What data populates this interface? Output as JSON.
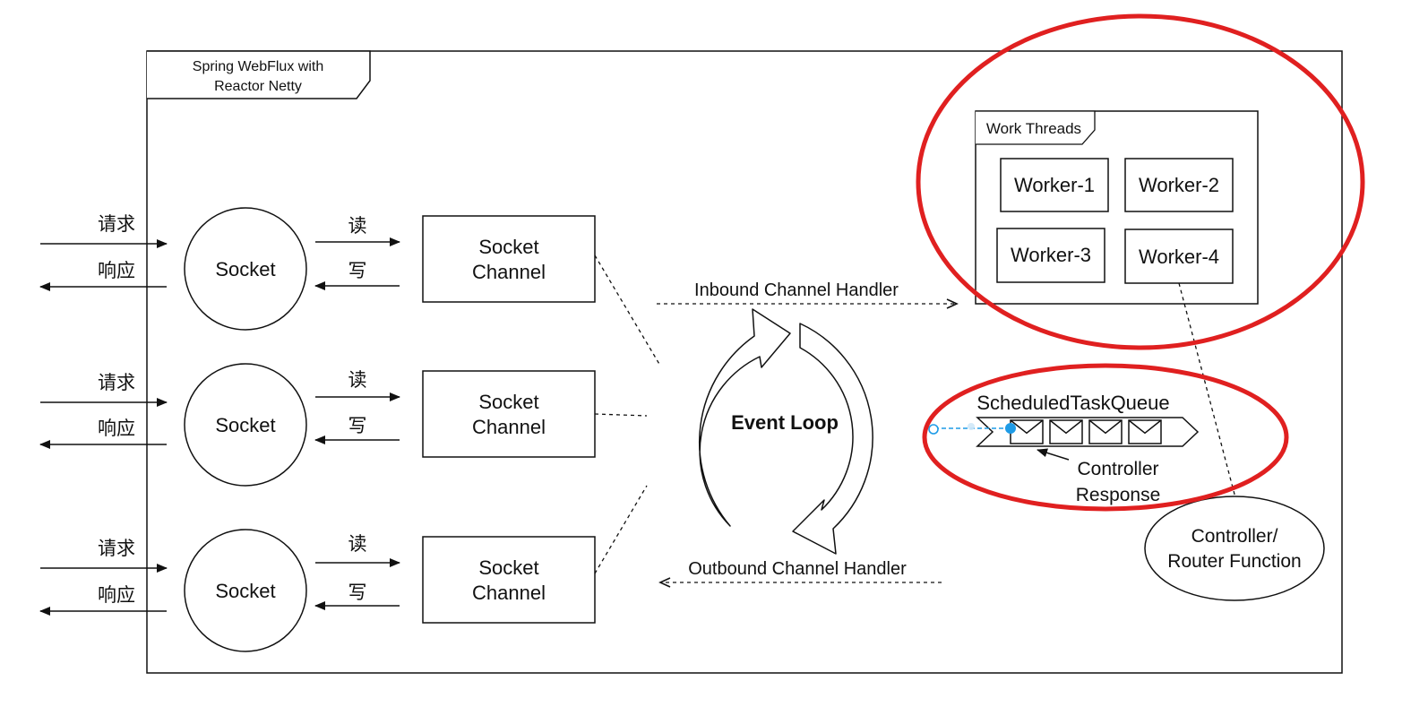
{
  "frame": {
    "title_line1": "Spring WebFlux with",
    "title_line2": "Reactor Netty"
  },
  "rows": [
    {
      "request_label": "请求",
      "response_label": "响应",
      "socket_label": "Socket",
      "read_label": "读",
      "write_label": "写",
      "channel_line1": "Socket",
      "channel_line2": "Channel"
    },
    {
      "request_label": "请求",
      "response_label": "响应",
      "socket_label": "Socket",
      "read_label": "读",
      "write_label": "写",
      "channel_line1": "Socket",
      "channel_line2": "Channel"
    },
    {
      "request_label": "请求",
      "response_label": "响应",
      "socket_label": "Socket",
      "read_label": "读",
      "write_label": "写",
      "channel_line1": "Socket",
      "channel_line2": "Channel"
    }
  ],
  "event_loop": {
    "label": "Event Loop"
  },
  "inbound_handler": {
    "label": "Inbound Channel Handler"
  },
  "outbound_handler": {
    "label": "Outbound Channel Handler"
  },
  "work_threads": {
    "title": "Work Threads",
    "workers": [
      "Worker-1",
      "Worker-2",
      "Worker-3",
      "Worker-4"
    ]
  },
  "task_queue": {
    "label": "ScheduledTaskQueue",
    "message_count": 4
  },
  "controller_response": {
    "line1": "Controller",
    "line2": "Response"
  },
  "controller_function": {
    "line1": "Controller/",
    "line2": "Router Function"
  },
  "colors": {
    "highlight": "#e02020",
    "line": "#111111",
    "selection": "#1e9be6"
  }
}
